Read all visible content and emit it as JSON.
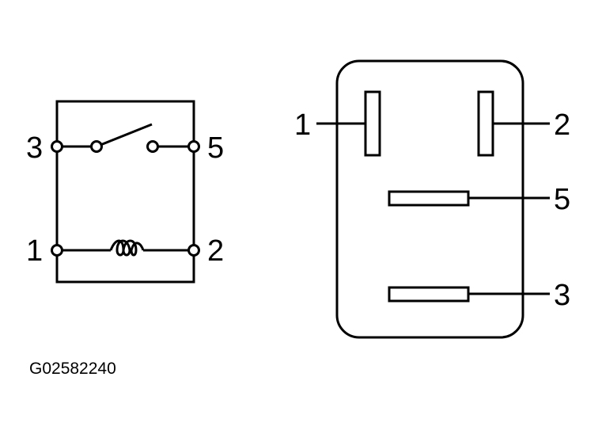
{
  "schematic": {
    "terminals": {
      "t3": "3",
      "t5": "5",
      "t1": "1",
      "t2": "2"
    }
  },
  "connector": {
    "pins": {
      "p1": "1",
      "p2": "2",
      "p5": "5",
      "p3": "3"
    }
  },
  "figure_code": "G02582240"
}
